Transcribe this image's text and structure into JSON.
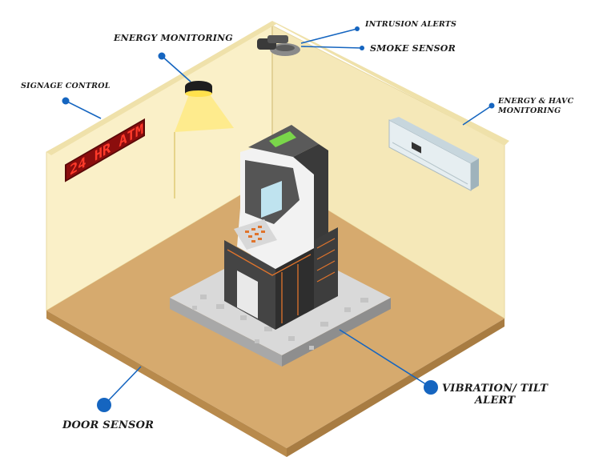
{
  "sign": {
    "text": "24 HR ATM"
  },
  "labels": {
    "energy_monitoring": "ENERGY MONITORING",
    "signage_control": "SIGNAGE CONTROL",
    "intrusion_alerts": "INTRUSION ALERTS",
    "smoke_sensor": "SMOKE SENSOR",
    "energy_havc_line1": "ENERGY & HAVC",
    "energy_havc_line2": "MONITORING",
    "vibration_line1": "VIBRATION/ TILT",
    "vibration_line2": "ALERT",
    "door_sensor": "DOOR SENSOR"
  },
  "colors": {
    "wall": "#faf0c8",
    "floor": "#d6aa6e",
    "floor_edge": "#b88a4c",
    "pointer": "#1565c0",
    "sign_bg": "#8b0d0d",
    "sign_text": "#ff3a2a"
  }
}
